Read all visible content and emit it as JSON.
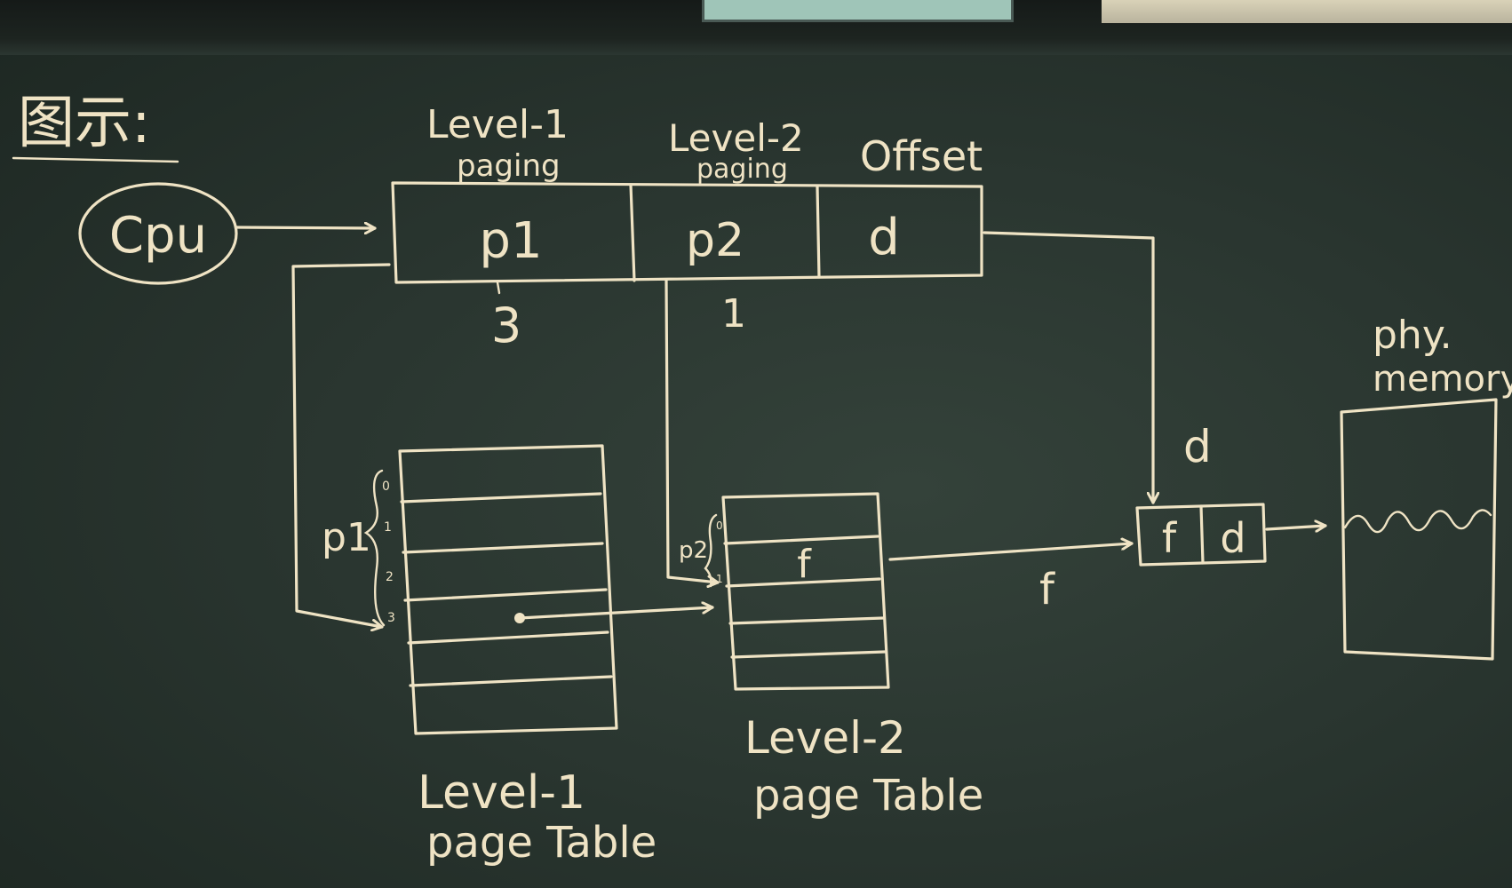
{
  "heading": "图示:",
  "cpu_label": "Cpu",
  "address_fields": {
    "level1_header": "Level-1",
    "level1_sub": "paging",
    "level2_header": "Level-2",
    "level2_sub": "paging",
    "offset_header": "Offset",
    "p1": "p1",
    "p2": "p2",
    "d": "d",
    "p1_value": "3",
    "p2_value": "1"
  },
  "level1_table": {
    "bracket_label": "p1",
    "index_labels": [
      "0",
      "1",
      "2",
      "3"
    ],
    "caption_line1": "Level-1",
    "caption_line2": "page Table"
  },
  "level2_table": {
    "bracket_label": "p2",
    "index_labels": [
      "0",
      "1"
    ],
    "entry": "f",
    "caption_line1": "Level-2",
    "caption_line2": "page Table"
  },
  "frame_label": "f",
  "offset_label": "d",
  "physical_address": {
    "frame": "f",
    "offset": "d"
  },
  "memory": {
    "line1": "phy.",
    "line2": "memory"
  },
  "colors": {
    "board": "#2a3630",
    "chalk": "#efe3c4"
  }
}
